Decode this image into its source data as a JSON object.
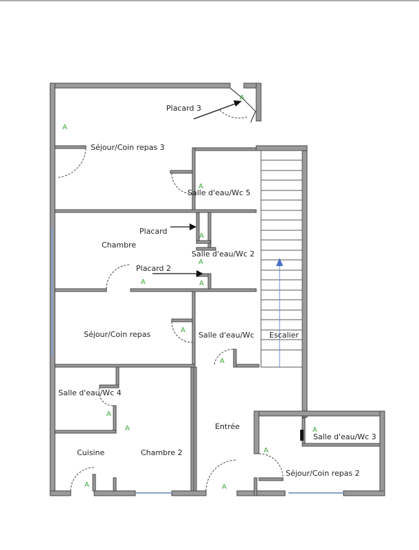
{
  "rooms": {
    "placard3": "Placard 3",
    "sejour3": "Séjour/Coin repas 3",
    "sde5": "Salle d'eau/Wc 5",
    "placard": "Placard",
    "chambre": "Chambre",
    "sde2": "Salle d'eau/Wc 2",
    "placard2": "Placard 2",
    "sejour": "Séjour/Coin repas",
    "sde": "Salle d'eau/Wc",
    "escalier": "Escalier",
    "sde4": "Salle d'eau/Wc 4",
    "entree": "Entrée",
    "sde3": "Salle d'eau/Wc 3",
    "cuisine": "Cuisine",
    "chambre2": "Chambre 2",
    "sejour2": "Séjour/Coin repas 2"
  },
  "marker": "A"
}
